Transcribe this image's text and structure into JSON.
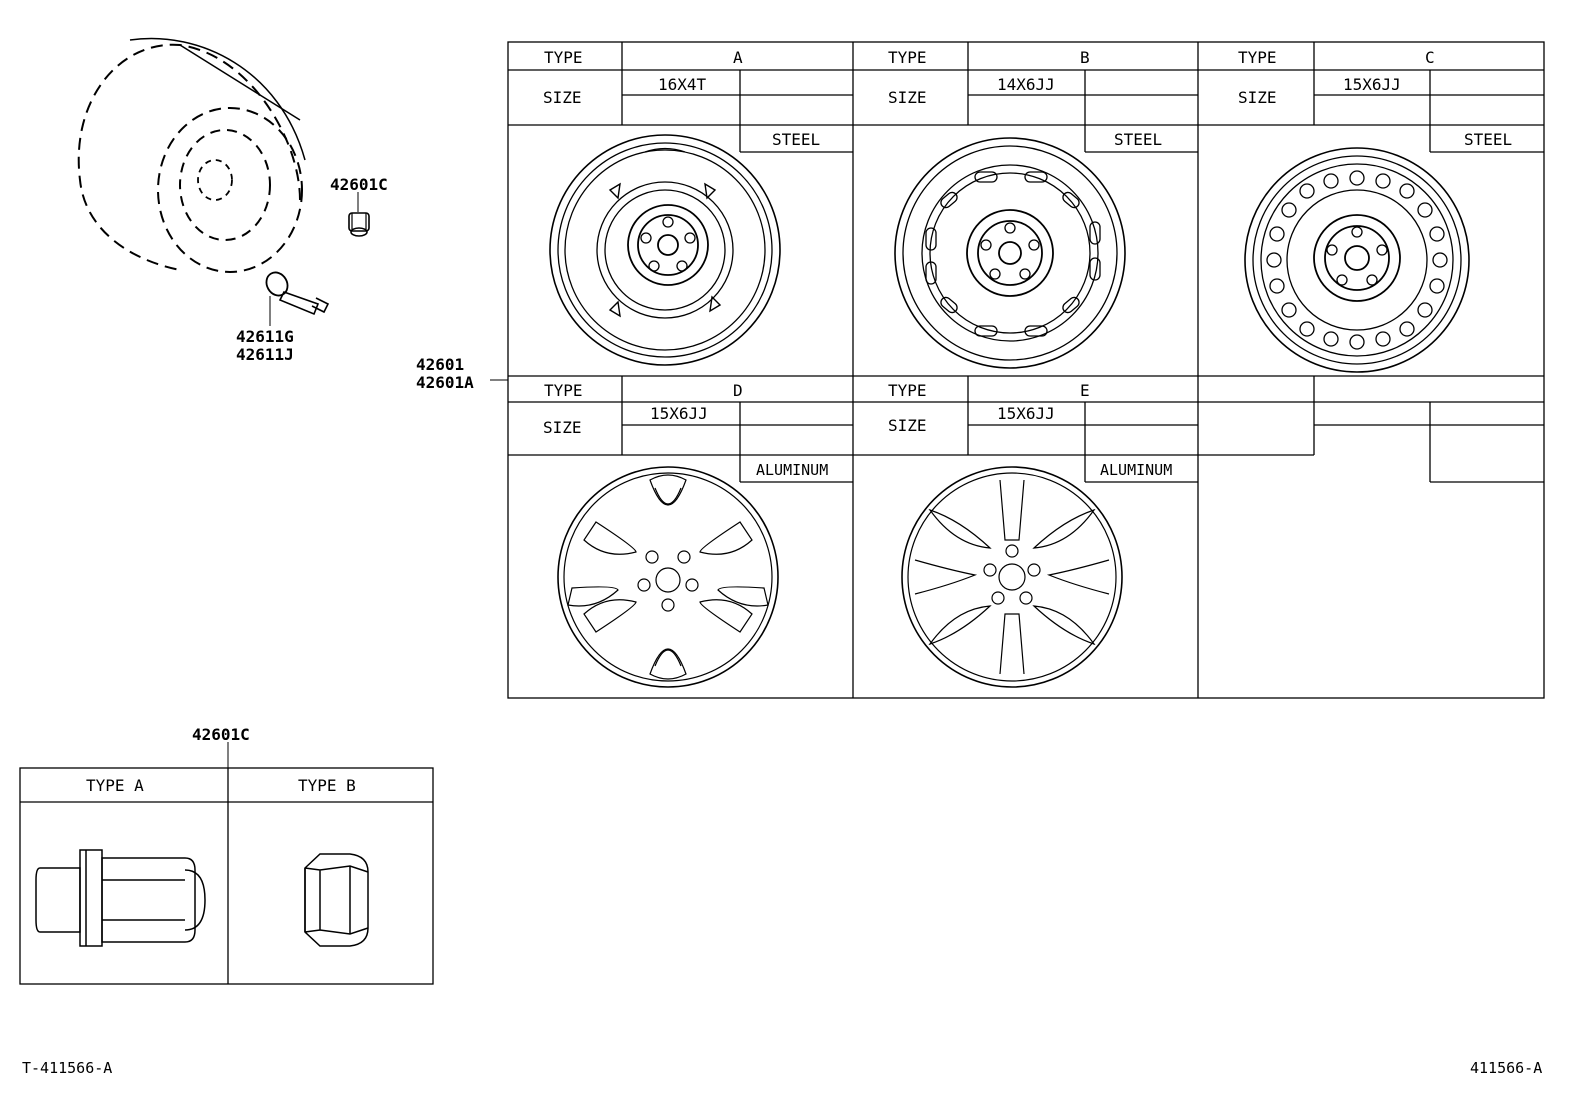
{
  "callouts": {
    "nut_top": "42601C",
    "valve_1": "42611G",
    "valve_2": "42611J",
    "wheel_1": "42601",
    "wheel_2": "42601A",
    "nut_table": "42601C"
  },
  "wheel_table": {
    "type_label": "TYPE",
    "size_label": "SIZE",
    "cells": [
      {
        "type": "A",
        "size": "16X4T",
        "material": "STEEL"
      },
      {
        "type": "B",
        "size": "14X6JJ",
        "material": "STEEL"
      },
      {
        "type": "C",
        "size": "15X6JJ",
        "material": "STEEL"
      },
      {
        "type": "D",
        "size": "15X6JJ",
        "material": "ALUMINUM"
      },
      {
        "type": "E",
        "size": "15X6JJ",
        "material": "ALUMINUM"
      }
    ]
  },
  "nut_table": {
    "type_a": "TYPE A",
    "type_b": "TYPE B"
  },
  "footer": {
    "left": "T-411566-A",
    "right": "411566-A"
  }
}
